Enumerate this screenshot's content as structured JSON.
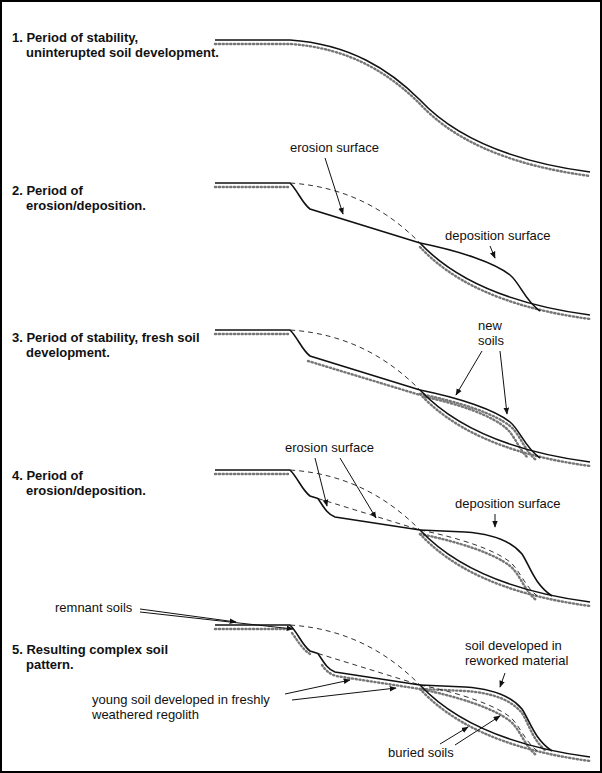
{
  "diagram": {
    "labels": [
      "1. Period of stability, uninterupted soil development.",
      "2. Period of erosion/deposition.",
      "erosion surface",
      "deposition surface",
      "3. Period of stability, fresh soil development.",
      "new soils",
      "4. Period of erosion/deposition.",
      "erosion surface",
      "deposition surface",
      "remnant soils",
      "5. Resulting complex soil pattern.",
      "soil developed in reworked material",
      "young soil developed in freshly weathered regolith",
      "buried soils"
    ]
  }
}
